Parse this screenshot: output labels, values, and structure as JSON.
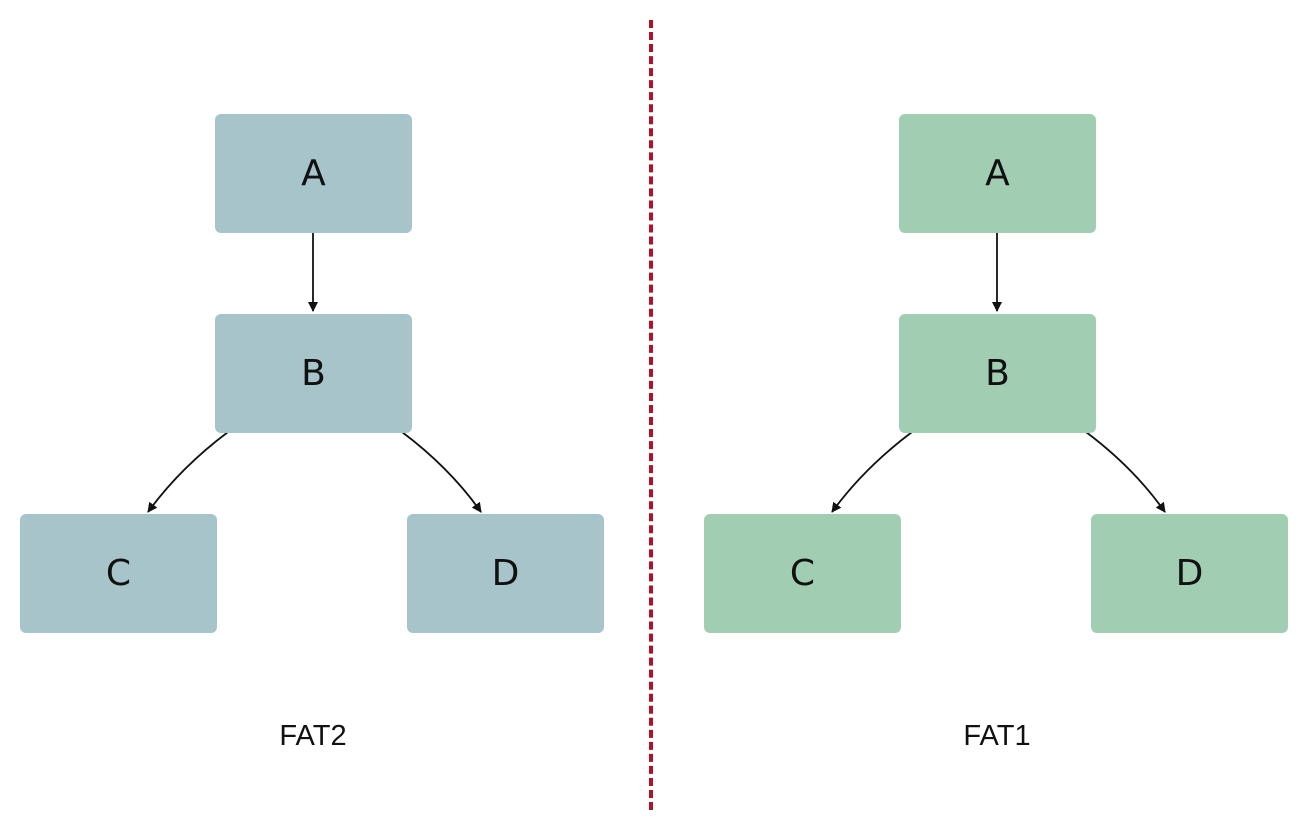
{
  "colors": {
    "left_node_fill": "#a6c4ca",
    "right_node_fill": "#a1ceb3",
    "divider": "#b0122d",
    "edge": "#111111"
  },
  "left_tree": {
    "caption": "FAT2",
    "nodes": {
      "a": "A",
      "b": "B",
      "c": "C",
      "d": "D"
    },
    "edges": [
      [
        "A",
        "B"
      ],
      [
        "B",
        "C"
      ],
      [
        "B",
        "D"
      ]
    ]
  },
  "right_tree": {
    "caption": "FAT1",
    "nodes": {
      "a": "A",
      "b": "B",
      "c": "C",
      "d": "D"
    },
    "edges": [
      [
        "A",
        "B"
      ],
      [
        "B",
        "C"
      ],
      [
        "B",
        "D"
      ]
    ]
  }
}
